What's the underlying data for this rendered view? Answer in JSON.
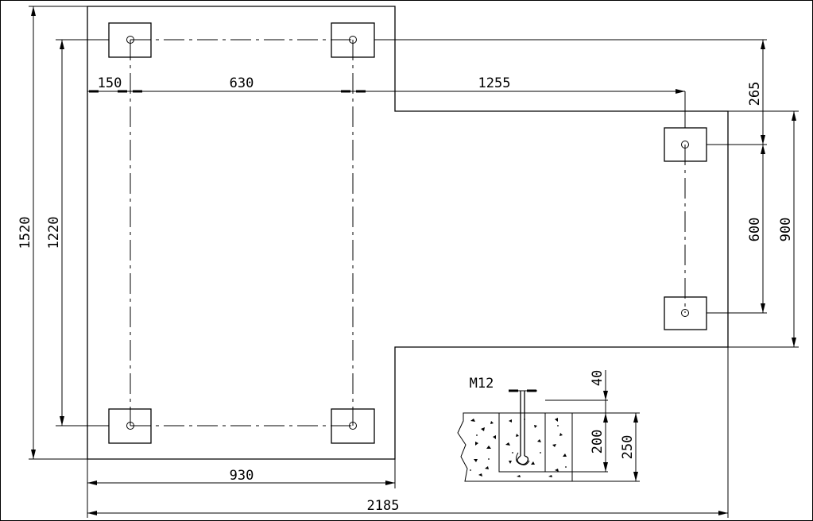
{
  "drawing": {
    "dimensions": {
      "d150": "150",
      "d630": "630",
      "d1255": "1255",
      "d265": "265",
      "d600": "600",
      "d900": "900",
      "d1520": "1520",
      "d1220": "1220",
      "d930": "930",
      "d2185": "2185",
      "d40": "40",
      "d200": "200",
      "d250": "250"
    },
    "anchor_label": "M12"
  }
}
